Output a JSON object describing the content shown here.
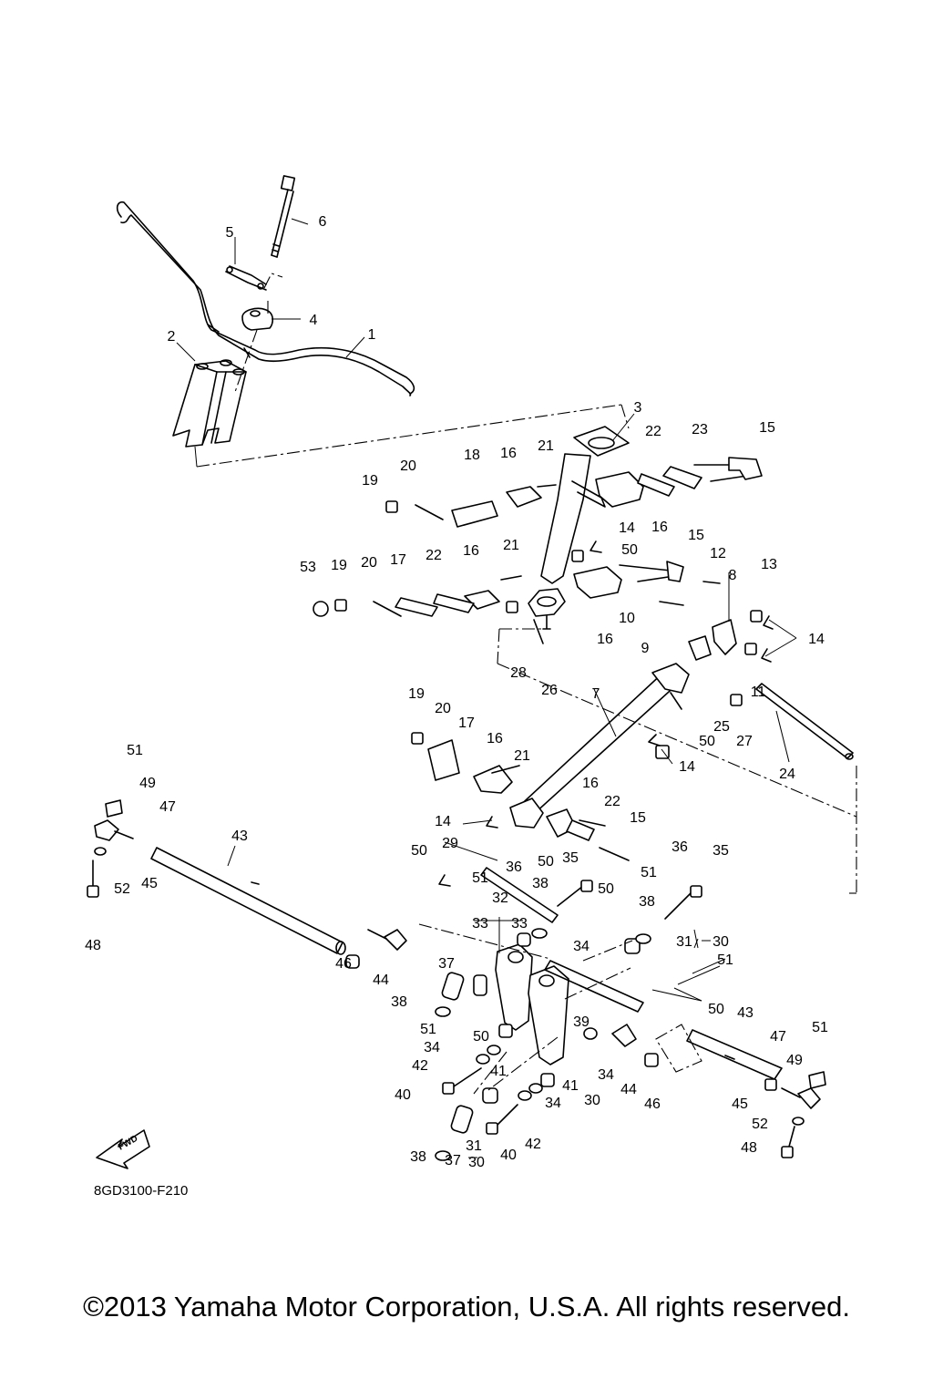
{
  "drawing_code": "8GD3100-F210",
  "copyright": "©2013 Yamaha Motor Corporation, U.S.A. All rights reserved.",
  "fwd_label": "FWD",
  "callouts": [
    {
      "id": "c1",
      "n": "1"
    },
    {
      "id": "c2",
      "n": "2"
    },
    {
      "id": "c3",
      "n": "3"
    },
    {
      "id": "c4",
      "n": "4"
    },
    {
      "id": "c5",
      "n": "5"
    },
    {
      "id": "c6",
      "n": "6"
    },
    {
      "id": "c7",
      "n": "7"
    },
    {
      "id": "c8",
      "n": "8"
    },
    {
      "id": "c9",
      "n": "9"
    },
    {
      "id": "c10",
      "n": "10"
    },
    {
      "id": "c11",
      "n": "11"
    },
    {
      "id": "c12",
      "n": "12"
    },
    {
      "id": "c13",
      "n": "13"
    },
    {
      "id": "c14a",
      "n": "14"
    },
    {
      "id": "c14b",
      "n": "14"
    },
    {
      "id": "c14c",
      "n": "14"
    },
    {
      "id": "c14d",
      "n": "14"
    },
    {
      "id": "c15a",
      "n": "15"
    },
    {
      "id": "c15b",
      "n": "15"
    },
    {
      "id": "c15c",
      "n": "15"
    },
    {
      "id": "c16a",
      "n": "16"
    },
    {
      "id": "c16b",
      "n": "16"
    },
    {
      "id": "c16c",
      "n": "16"
    },
    {
      "id": "c16d",
      "n": "16"
    },
    {
      "id": "c16e",
      "n": "16"
    },
    {
      "id": "c16f",
      "n": "16"
    },
    {
      "id": "c17a",
      "n": "17"
    },
    {
      "id": "c17b",
      "n": "17"
    },
    {
      "id": "c18",
      "n": "18"
    },
    {
      "id": "c19a",
      "n": "19"
    },
    {
      "id": "c19b",
      "n": "19"
    },
    {
      "id": "c19c",
      "n": "19"
    },
    {
      "id": "c20a",
      "n": "20"
    },
    {
      "id": "c20b",
      "n": "20"
    },
    {
      "id": "c20c",
      "n": "20"
    },
    {
      "id": "c21a",
      "n": "21"
    },
    {
      "id": "c21b",
      "n": "21"
    },
    {
      "id": "c21c",
      "n": "21"
    },
    {
      "id": "c22a",
      "n": "22"
    },
    {
      "id": "c22b",
      "n": "22"
    },
    {
      "id": "c22c",
      "n": "22"
    },
    {
      "id": "c23",
      "n": "23"
    },
    {
      "id": "c24",
      "n": "24"
    },
    {
      "id": "c25",
      "n": "25"
    },
    {
      "id": "c26",
      "n": "26"
    },
    {
      "id": "c27",
      "n": "27"
    },
    {
      "id": "c28",
      "n": "28"
    },
    {
      "id": "c29",
      "n": "29"
    },
    {
      "id": "c30a",
      "n": "30"
    },
    {
      "id": "c30b",
      "n": "30"
    },
    {
      "id": "c30c",
      "n": "30"
    },
    {
      "id": "c31a",
      "n": "31"
    },
    {
      "id": "c31b",
      "n": "31"
    },
    {
      "id": "c32",
      "n": "32"
    },
    {
      "id": "c33a",
      "n": "33"
    },
    {
      "id": "c33b",
      "n": "33"
    },
    {
      "id": "c34a",
      "n": "34"
    },
    {
      "id": "c34b",
      "n": "34"
    },
    {
      "id": "c34c",
      "n": "34"
    },
    {
      "id": "c34d",
      "n": "34"
    },
    {
      "id": "c35a",
      "n": "35"
    },
    {
      "id": "c35b",
      "n": "35"
    },
    {
      "id": "c36a",
      "n": "36"
    },
    {
      "id": "c36b",
      "n": "36"
    },
    {
      "id": "c37a",
      "n": "37"
    },
    {
      "id": "c37b",
      "n": "37"
    },
    {
      "id": "c38a",
      "n": "38"
    },
    {
      "id": "c38b",
      "n": "38"
    },
    {
      "id": "c38c",
      "n": "38"
    },
    {
      "id": "c38d",
      "n": "38"
    },
    {
      "id": "c39",
      "n": "39"
    },
    {
      "id": "c40a",
      "n": "40"
    },
    {
      "id": "c40b",
      "n": "40"
    },
    {
      "id": "c41a",
      "n": "41"
    },
    {
      "id": "c41b",
      "n": "41"
    },
    {
      "id": "c42a",
      "n": "42"
    },
    {
      "id": "c42b",
      "n": "42"
    },
    {
      "id": "c43a",
      "n": "43"
    },
    {
      "id": "c43b",
      "n": "43"
    },
    {
      "id": "c44a",
      "n": "44"
    },
    {
      "id": "c44b",
      "n": "44"
    },
    {
      "id": "c45a",
      "n": "45"
    },
    {
      "id": "c45b",
      "n": "45"
    },
    {
      "id": "c46a",
      "n": "46"
    },
    {
      "id": "c46b",
      "n": "46"
    },
    {
      "id": "c47a",
      "n": "47"
    },
    {
      "id": "c47b",
      "n": "47"
    },
    {
      "id": "c48a",
      "n": "48"
    },
    {
      "id": "c48b",
      "n": "48"
    },
    {
      "id": "c49a",
      "n": "49"
    },
    {
      "id": "c49b",
      "n": "49"
    },
    {
      "id": "c50a",
      "n": "50"
    },
    {
      "id": "c50b",
      "n": "50"
    },
    {
      "id": "c50c",
      "n": "50"
    },
    {
      "id": "c50d",
      "n": "50"
    },
    {
      "id": "c50e",
      "n": "50"
    },
    {
      "id": "c50f",
      "n": "50"
    },
    {
      "id": "c50g",
      "n": "50"
    },
    {
      "id": "c51a",
      "n": "51"
    },
    {
      "id": "c51b",
      "n": "51"
    },
    {
      "id": "c51c",
      "n": "51"
    },
    {
      "id": "c51d",
      "n": "51"
    },
    {
      "id": "c51e",
      "n": "51"
    },
    {
      "id": "c51f",
      "n": "51"
    },
    {
      "id": "c52a",
      "n": "52"
    },
    {
      "id": "c52b",
      "n": "52"
    },
    {
      "id": "c53",
      "n": "53"
    }
  ]
}
